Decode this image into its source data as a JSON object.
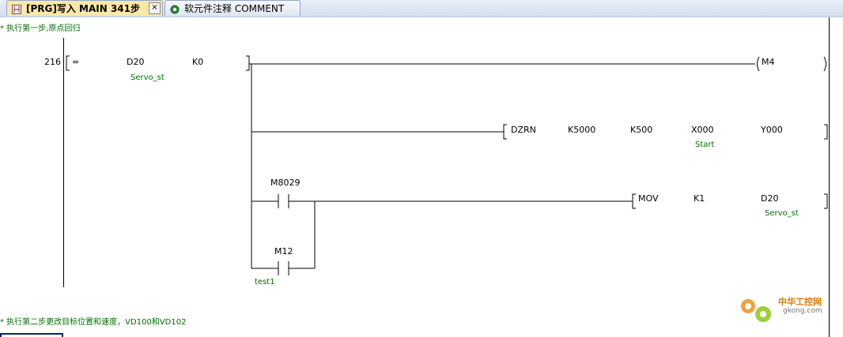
{
  "tabs": [
    {
      "label": "[PRG]写入 MAIN 341步",
      "close": "×"
    },
    {
      "label": "软元件注释 COMMENT"
    }
  ],
  "comments": {
    "step1": "* 执行第一步,原点回归",
    "step2": "* 执行第二步更改目标位置和速度，VD100和VD102"
  },
  "rung": {
    "step_number": "216",
    "compare": {
      "op": "=",
      "src": "D20",
      "src_comment": "Servo_st",
      "value": "K0"
    },
    "coil": "M4",
    "dzrn": {
      "instr": "DZRN",
      "p1": "K5000",
      "p2": "K500",
      "p3": "X000",
      "p3_comment": "Start",
      "p4": "Y000"
    },
    "contact1": {
      "device": "M8029"
    },
    "mov": {
      "instr": "MOV",
      "src": "K1",
      "dst": "D20",
      "dst_comment": "Servo_st"
    },
    "contact2": {
      "device": "M12",
      "comment": "test1"
    }
  },
  "watermark": {
    "line1": "中华工控网",
    "line2": "gkong.com"
  },
  "colors": {
    "comment": "#007000",
    "tab_active": "#fbe8a8",
    "rail": "#000000"
  }
}
